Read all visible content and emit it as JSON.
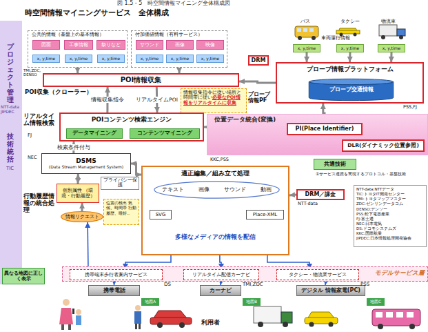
{
  "diagram": {
    "title": "時空間情報マイニングサービス　全体構成",
    "caption": "図 1.5 - 5　時空間情報マイニング全体構成図",
    "nodes": [
      {
        "text": [
          "公共的情報（基盤上の基本情報）"
        ]
      },
      {
        "text": [
          "図面"
        ],
        "in": 0
      },
      {
        "text": [
          "工事情報"
        ],
        "in": 0
      },
      {
        "text": [
          "祭りなど"
        ],
        "in": 0
      },
      {
        "text": [
          "x, y,time"
        ],
        "in": 0
      },
      {
        "text": [
          "x, y,time"
        ],
        "in": 0
      },
      {
        "text": [
          "x, y,time"
        ],
        "in": 0
      },
      {
        "text": [
          "付加価値情報（有料サービス）"
        ]
      },
      {
        "text": [
          "サウンド"
        ],
        "in": 7
      },
      {
        "text": [
          "画像"
        ],
        "in": 7
      },
      {
        "text": [
          "映像"
        ],
        "in": 7
      },
      {
        "text": [
          "x, y,time"
        ],
        "in": 7
      },
      {
        "text": [
          "x, y,time"
        ],
        "in": 7
      },
      {
        "text": [
          "x, y,time"
        ],
        "in": 7
      },
      {
        "text": [
          "x, y,time"
        ]
      },
      {
        "text": [
          "x, y,time"
        ]
      },
      {
        "text": [
          "x, y,time"
        ]
      },
      {
        "text": [
          "DRM"
        ]
      },
      {
        "text": [
          "プローブ情報プラットフォーム"
        ]
      },
      {
        "text": [
          "プローブ交通情報"
        ],
        "in": 18
      },
      {
        "text": [
          "POI情報収集"
        ]
      },
      {
        "text": [
          "情報収集指令に従い場所と時間帯に従い",
          "必要なPOI情報をリアルタイムに収集"
        ]
      },
      {
        "text": [
          "POIコンテンツ検索エンジン"
        ]
      },
      {
        "text": [
          "データマイニング"
        ],
        "in": 22
      },
      {
        "text": [
          "コンテンツマイニング"
        ],
        "in": 22
      },
      {
        "text": [
          "位置データ統合(変換)"
        ]
      },
      {
        "text": [
          "PI(Place Identifier)"
        ],
        "in": 25
      },
      {
        "text": [
          "DLR(ダイナミック位置参照)"
        ],
        "in": 25
      },
      {
        "text": [
          "共通技術"
        ]
      },
      {
        "text": [
          "DRM／課金"
        ]
      },
      {
        "text": [
          "DSMS",
          "(Data Stream Management System)"
        ]
      },
      {
        "text": [
          "適正編集／組み立て処理",
          "多様なメディアの情報を配信"
        ]
      },
      {
        "text": [
          "テキスト",
          "画像",
          "サウンド",
          "動画"
        ],
        "in": 31
      },
      {
        "text": [
          "SVG"
        ],
        "in": 31
      },
      {
        "text": [
          "Place-XML"
        ],
        "in": 31
      },
      {
        "text": [
          "個別属性 （環境・行動履歴）"
        ]
      },
      {
        "text": [
          "プライバシー保護"
        ]
      },
      {
        "text": [
          "位置の検出 気候、時間帯 行動履歴、嗜好‥"
        ]
      },
      {
        "text": [
          "情報リクエスト"
        ]
      },
      {
        "text": [
          "NTT-data:NTTデータ",
          "TIC:トヨタIT開発センター",
          "TMI:トヨタマップマスター",
          "ZDC:ゼンリンデータコム",
          "DENSO:デンソー",
          "PSS:松下電器産業",
          "FJ:富士通",
          "NEC:日本電気",
          "DS:ドコモシステムズ",
          "KKC:国際航業",
          "JIPDEC:日本情報処理開発協会"
        ]
      },
      {
        "text": [
          "モデルサービス層"
        ]
      },
      {
        "text": [
          "携帯端末歩行者案内サービス"
        ],
        "in": 40
      },
      {
        "text": [
          "リアルタイム配信カーナビ"
        ],
        "in": 40
      },
      {
        "text": [
          "タクシー・物流業サービス"
        ],
        "in": 40
      },
      {
        "text": [
          "携帯電話"
        ]
      },
      {
        "text": [
          "カーナビ"
        ]
      },
      {
        "text": [
          "デジタル 情報家電(PC)"
        ]
      },
      {
        "text": [
          "地図A"
        ]
      },
      {
        "text": [
          "地図B"
        ]
      },
      {
        "text": [
          "地図C"
        ]
      },
      {
        "text": [
          "異なる地図に正しく表示"
        ]
      }
    ],
    "edges": [
      {
        "from": 0,
        "to": 20,
        "arrow": "to"
      },
      {
        "from": 7,
        "to": 20,
        "arrow": "to"
      },
      {
        "from": 14,
        "to": 18,
        "arrow": "to"
      },
      {
        "from": 15,
        "to": 18,
        "arrow": "to"
      },
      {
        "from": 16,
        "to": 18,
        "arrow": "to"
      },
      {
        "from": 18,
        "to": 20,
        "arrow": "to"
      },
      {
        "from": 22,
        "to": 20,
        "label": "情報収集指令",
        "arrow": "to"
      },
      {
        "from": 20,
        "to": 22,
        "label": "リアルタイムPOI",
        "arrow": "to"
      },
      {
        "from": 30,
        "to": 22,
        "label": "検索条件付与",
        "arrow": "to"
      },
      {
        "from": 22,
        "to": 26,
        "arrow": "both"
      },
      {
        "from": 26,
        "to": 18,
        "arrow": "both"
      },
      {
        "from": 26,
        "to": 27,
        "arrow": "to"
      },
      {
        "from": 30,
        "to": 31,
        "arrow": "both"
      },
      {
        "from": 30,
        "to": 35,
        "arrow": "both"
      },
      {
        "from": 38,
        "to": 35,
        "arrow": "to"
      },
      {
        "from": 41,
        "to": 38,
        "arrow": "to"
      },
      {
        "from": 31,
        "to": 41,
        "arrow": "to"
      },
      {
        "from": 31,
        "to": 42,
        "arrow": "to"
      },
      {
        "from": 31,
        "to": 43,
        "arrow": "to"
      },
      {
        "from": 41,
        "to": 44,
        "arrow": "to"
      },
      {
        "from": 42,
        "to": 45,
        "arrow": "to"
      },
      {
        "from": 43,
        "to": 46,
        "arrow": "to"
      },
      {
        "from": 29,
        "to": 31,
        "arrow": "to"
      }
    ],
    "labels": [
      "プロジェクト管理",
      "NTT-data JIPDEC",
      "技術統括",
      "TIC",
      "TMI,ZDC, DENSO",
      "POI収集（クローラー）",
      "バス",
      "タクシー",
      "物流車",
      "車両運行情報",
      "プローブ情報PF",
      "PSS,FJ",
      "リアルタイム情報検索",
      "FJ",
      "KKC,PSS",
      "①サービス連携を実現するプロトコル・基盤技術",
      "NTT-data",
      "NEC",
      "行動履歴情報の統合処理",
      "DS",
      "TMI,ZDC",
      "PSS",
      "利用者"
    ]
  }
}
